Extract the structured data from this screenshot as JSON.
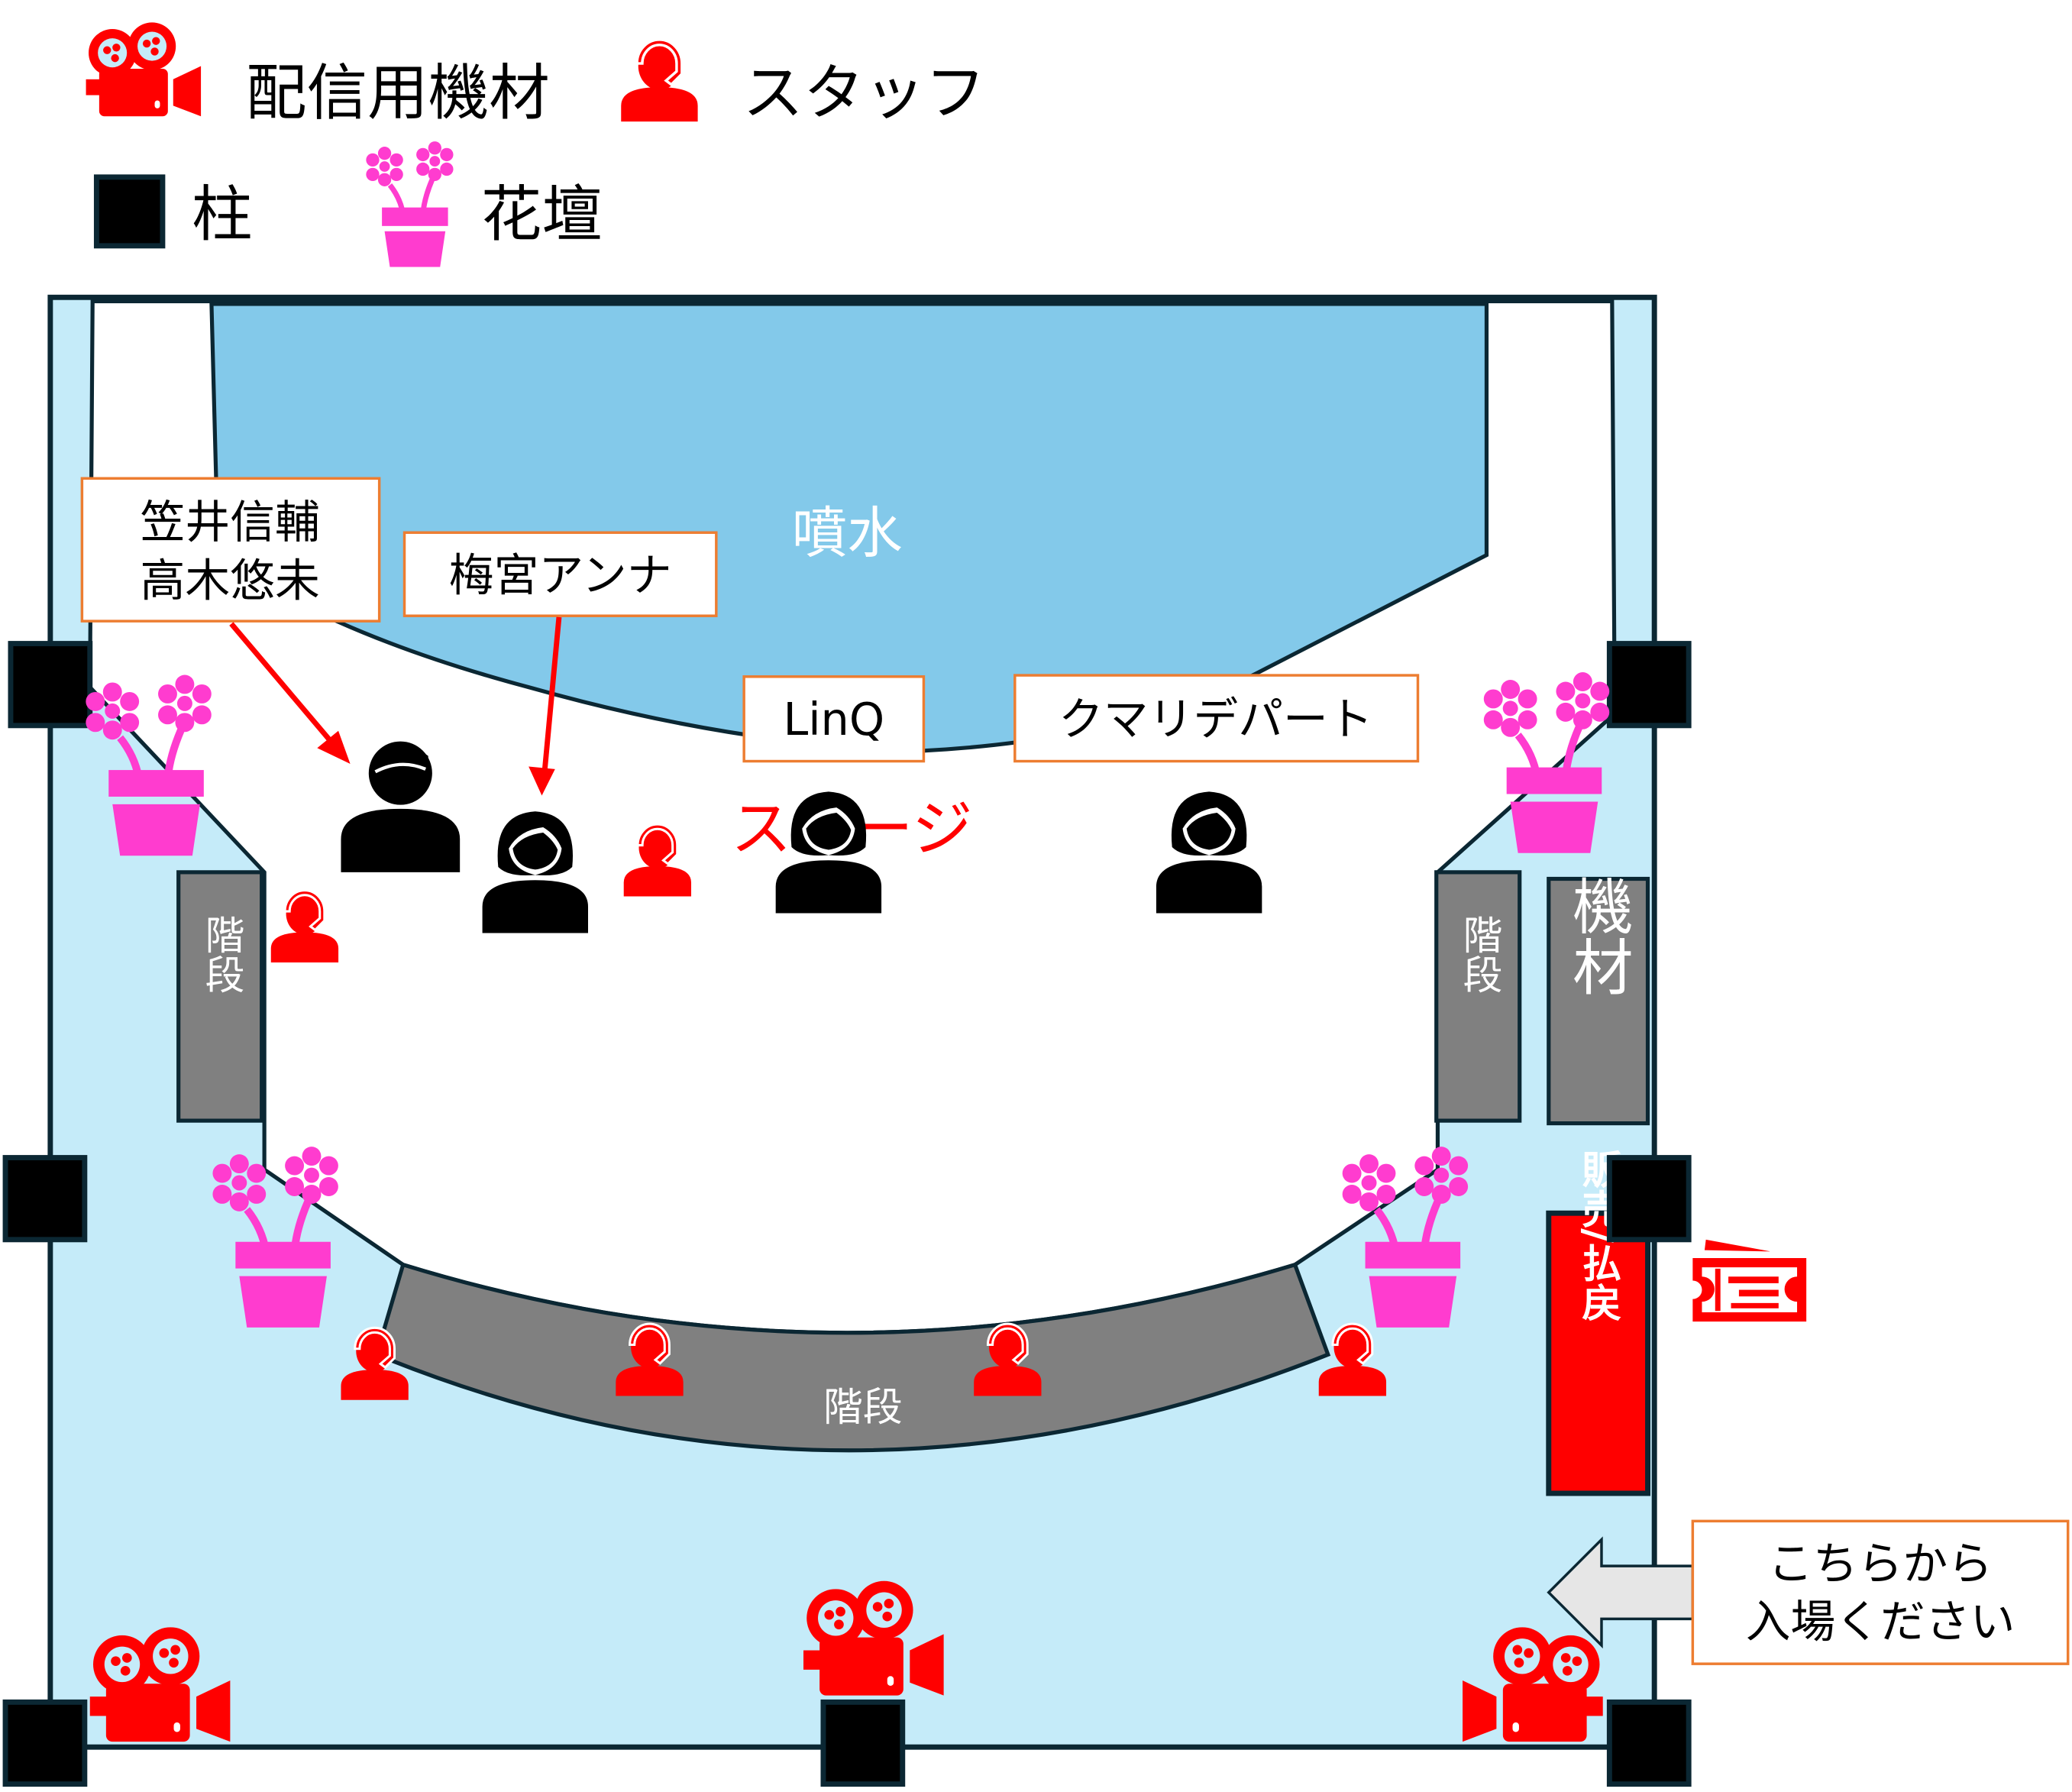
{
  "legend": {
    "camera": "配信用機材",
    "staff": "スタッフ",
    "pillar": "柱",
    "flower": "花壇"
  },
  "map": {
    "fountain": "噴水",
    "stage": "ステージ",
    "stairs_left": "階段",
    "stairs_right": "階段",
    "stairs_bottom": "階段",
    "equipment": "機材",
    "sales": "販売/払戻"
  },
  "labels": {
    "kasai_line1": "笠井信輔",
    "kasai_line2": "高木悠未",
    "umemiya": "梅宮アンナ",
    "linq": "LinQ",
    "kumari": "クマリデパート",
    "entrance_line1": "こちらから",
    "entrance_line2": "入場ください"
  },
  "colors": {
    "venue": "#c5ebf9",
    "fountain": "#83c9ea",
    "stairs": "#808080",
    "accent_red": "#ff0000",
    "flower_pink": "#ff3ccf",
    "label_border": "#ed7d31",
    "outline": "#0b2733"
  }
}
